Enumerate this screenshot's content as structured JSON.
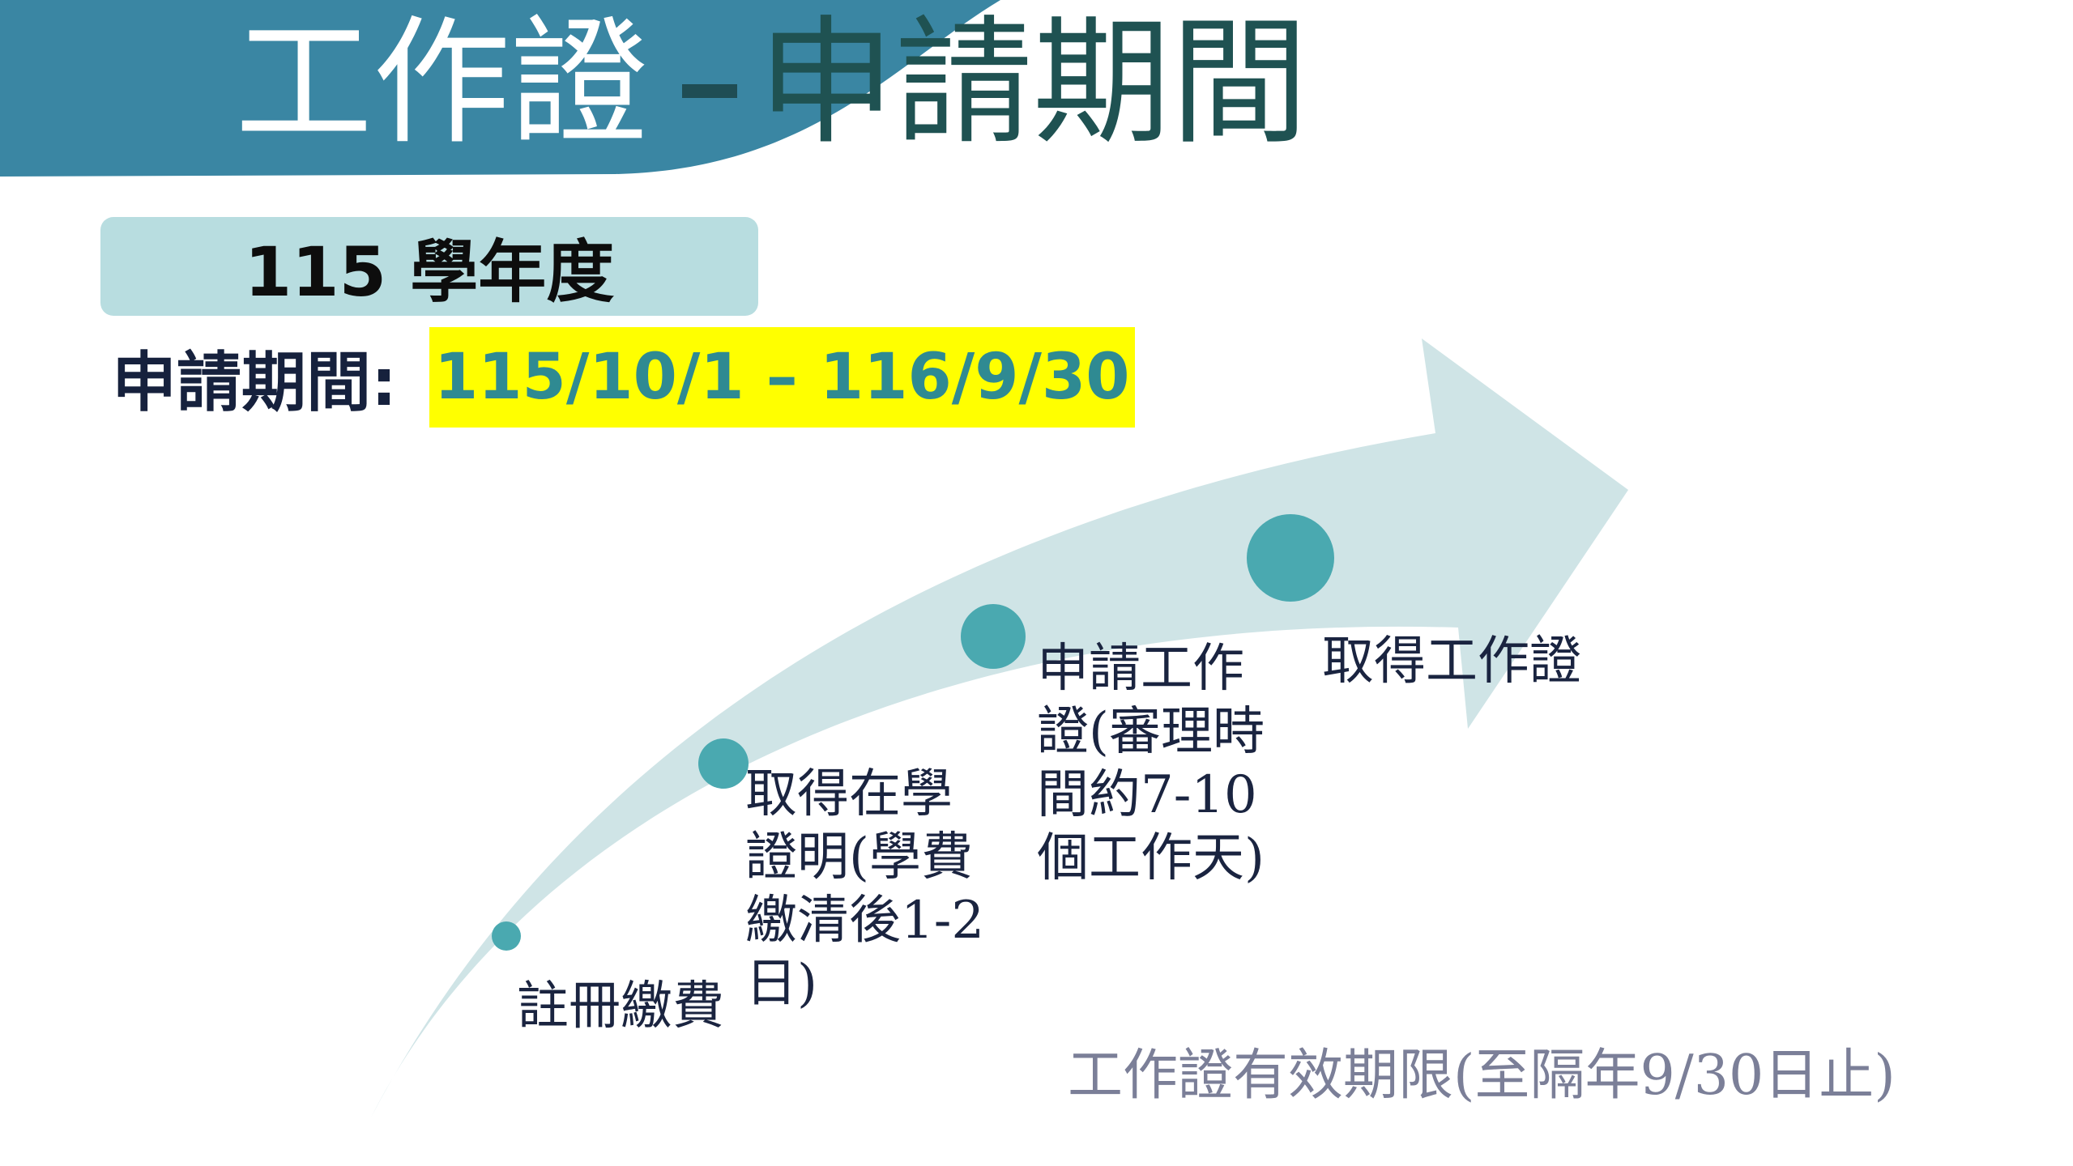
{
  "header": {
    "title_left": "工作證",
    "title_right": "申請期間"
  },
  "academic_year": "115 學年度",
  "period": {
    "label": "申請期間:",
    "value": "115/10/1 – 116/9/30"
  },
  "steps": [
    {
      "label": "註冊繳費"
    },
    {
      "label": "取得在學證明(學費繳清後1-2日)"
    },
    {
      "label": "申請工作證(審理時間約7-10個工作天)"
    },
    {
      "label": "取得工作證"
    }
  ],
  "validity": "工作證有效期限(至隔年9/30日止)",
  "colors": {
    "banner": "#3a86a3",
    "arrow": "#cfe4e6",
    "circle": "#4aa9b0",
    "highlight": "#ffff00",
    "period_value": "#2f8a92"
  }
}
